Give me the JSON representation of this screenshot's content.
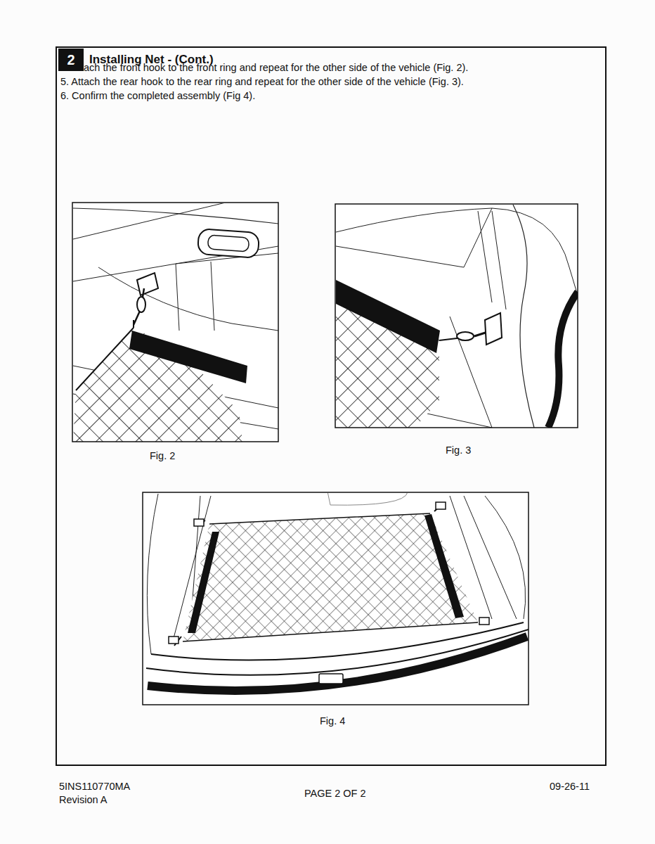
{
  "diagram": {
    "title": "Installing Net - (Cont.)",
    "nodes": [
      {
        "text": [
          "2"
        ]
      }
    ],
    "labels": [
      "4. Attach the front hook to the front ring and repeat for the other side of the vehicle (Fig. 2).",
      "5. Attach the rear hook to the rear ring and repeat for the other side of the vehicle (Fig. 3).",
      "6. Confirm the completed assembly (Fig 4).",
      "Fig. 2",
      "Fig. 3",
      "Fig. 4",
      "5INS110770MA",
      "Revision A",
      "PAGE 2 OF 2",
      "09-26-11"
    ]
  }
}
